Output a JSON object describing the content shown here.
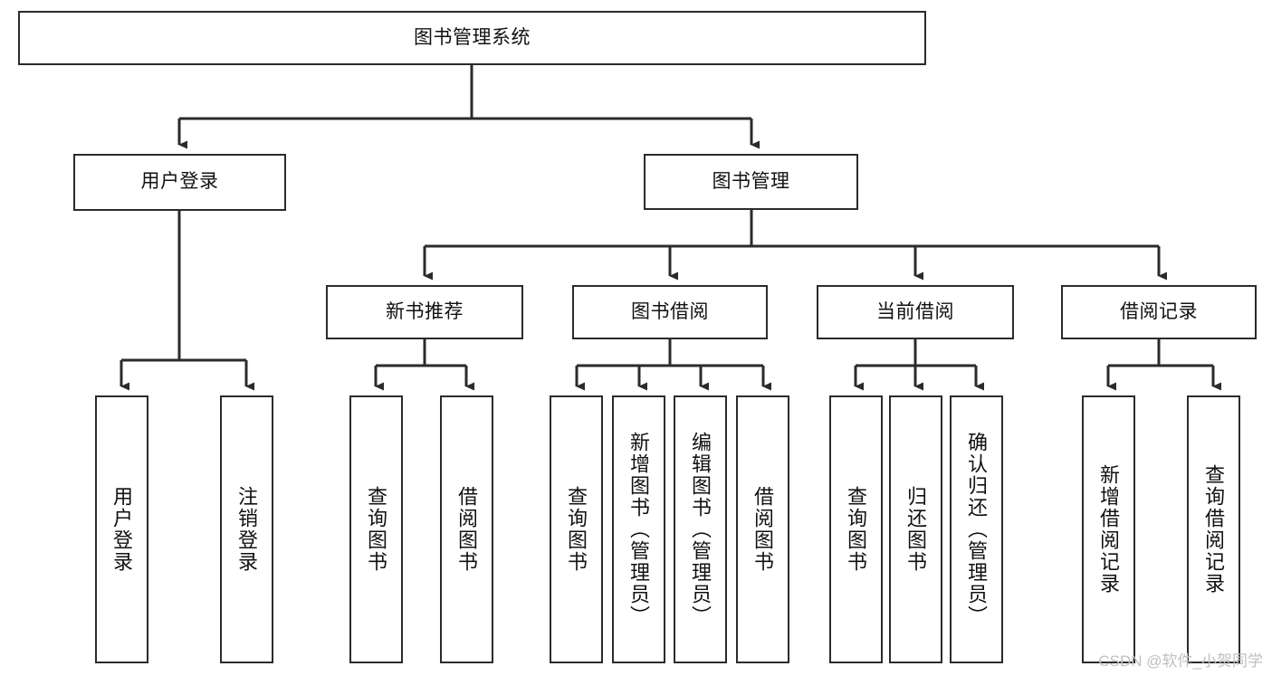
{
  "diagram": {
    "type": "tree-hierarchy",
    "title": "图书管理系统",
    "watermark": "CSDN @软件_小贺同学",
    "colors": {
      "box_border": "#2b2b2b",
      "box_fill": "#ffffff",
      "connector": "#2b2b2b",
      "text": "#111111",
      "watermark": "#bfbfbf",
      "background": "#ffffff"
    },
    "nodes": {
      "root": {
        "id": "root",
        "label": "图书管理系统",
        "level": 0
      },
      "l1": [
        {
          "id": "user-login",
          "label": "用户登录",
          "level": 1
        },
        {
          "id": "book-manage",
          "label": "图书管理",
          "level": 1
        }
      ],
      "l2": [
        {
          "id": "new-book-recommend",
          "label": "新书推荐",
          "level": 2,
          "parent": "book-manage"
        },
        {
          "id": "book-borrow",
          "label": "图书借阅",
          "level": 2,
          "parent": "book-manage"
        },
        {
          "id": "current-borrow",
          "label": "当前借阅",
          "level": 2,
          "parent": "book-manage"
        },
        {
          "id": "borrow-record",
          "label": "借阅记录",
          "level": 2,
          "parent": "book-manage"
        }
      ],
      "leaves": [
        {
          "id": "leaf-user-login",
          "label": "用户登录",
          "parent": "user-login"
        },
        {
          "id": "leaf-logout",
          "label": "注销登录",
          "parent": "user-login"
        },
        {
          "id": "leaf-query-book-1",
          "label": "查询图书",
          "parent": "new-book-recommend"
        },
        {
          "id": "leaf-borrow-book-1",
          "label": "借阅图书",
          "parent": "new-book-recommend"
        },
        {
          "id": "leaf-query-book-2",
          "label": "查询图书",
          "parent": "book-borrow"
        },
        {
          "id": "leaf-add-book",
          "label": "新增图书（管理员）",
          "parent": "book-borrow"
        },
        {
          "id": "leaf-edit-book",
          "label": "编辑图书（管理员）",
          "parent": "book-borrow"
        },
        {
          "id": "leaf-borrow-book-2",
          "label": "借阅图书",
          "parent": "book-borrow"
        },
        {
          "id": "leaf-query-book-3",
          "label": "查询图书",
          "parent": "current-borrow"
        },
        {
          "id": "leaf-return-book",
          "label": "归还图书",
          "parent": "current-borrow"
        },
        {
          "id": "leaf-confirm-return",
          "label": "确认归还（管理员）",
          "parent": "current-borrow"
        },
        {
          "id": "leaf-add-record",
          "label": "新增借阅记录",
          "parent": "borrow-record"
        },
        {
          "id": "leaf-query-record",
          "label": "查询借阅记录",
          "parent": "borrow-record"
        }
      ]
    }
  }
}
